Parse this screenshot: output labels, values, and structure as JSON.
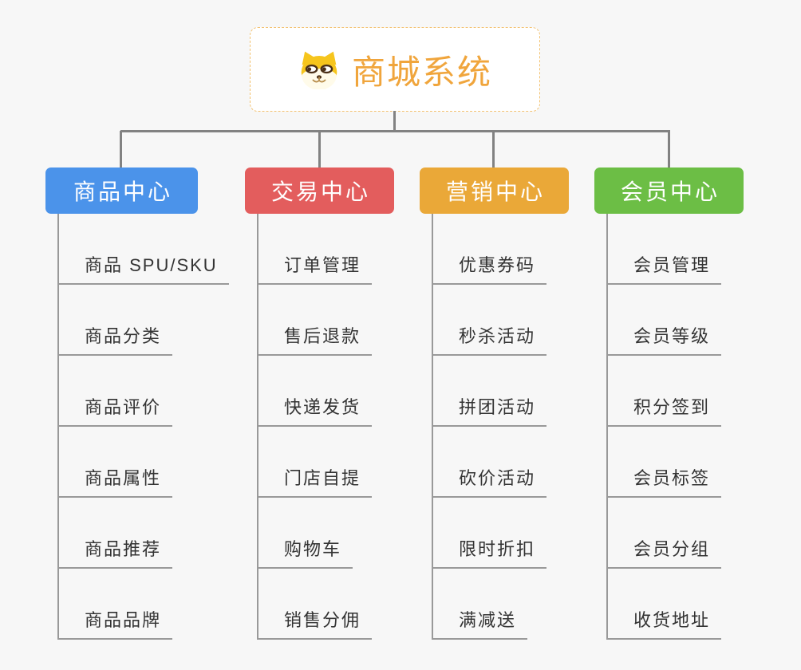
{
  "root": {
    "title": "商城系统",
    "icon": "dog-face-icon",
    "text_color": "#f0a53c",
    "border_color": "#f3c272"
  },
  "colors": {
    "background": "#f7f7f7",
    "connector": "#828282",
    "item_line": "#999999",
    "item_text": "#333333"
  },
  "branches": [
    {
      "label": "商品中心",
      "color": "#4b93ea",
      "items": [
        "商品 SPU/SKU",
        "商品分类",
        "商品评价",
        "商品属性",
        "商品推荐",
        "商品品牌"
      ]
    },
    {
      "label": "交易中心",
      "color": "#e35d5d",
      "items": [
        "订单管理",
        "售后退款",
        "快递发货",
        "门店自提",
        "购物车",
        "销售分佣"
      ]
    },
    {
      "label": "营销中心",
      "color": "#eaa838",
      "items": [
        "优惠券码",
        "秒杀活动",
        "拼团活动",
        "砍价活动",
        "限时折扣",
        "满减送"
      ]
    },
    {
      "label": "会员中心",
      "color": "#6cbe45",
      "items": [
        "会员管理",
        "会员等级",
        "积分签到",
        "会员标签",
        "会员分组",
        "收货地址"
      ]
    }
  ]
}
